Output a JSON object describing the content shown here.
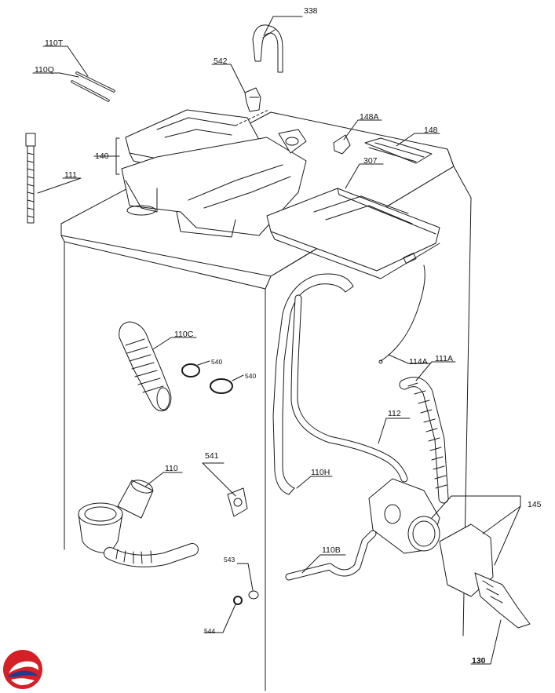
{
  "diagram": {
    "callouts": [
      {
        "id": "338",
        "label": "338"
      },
      {
        "id": "110T",
        "label": "110T"
      },
      {
        "id": "110Q",
        "label": "110Q"
      },
      {
        "id": "542",
        "label": "542"
      },
      {
        "id": "148A",
        "label": "148A"
      },
      {
        "id": "148",
        "label": "148"
      },
      {
        "id": "140",
        "label": "140"
      },
      {
        "id": "307",
        "label": "307"
      },
      {
        "id": "111",
        "label": "111"
      },
      {
        "id": "110C",
        "label": "110C"
      },
      {
        "id": "540a",
        "label": "540"
      },
      {
        "id": "540b",
        "label": "540"
      },
      {
        "id": "114A",
        "label": "114A"
      },
      {
        "id": "111A",
        "label": "111A"
      },
      {
        "id": "112",
        "label": "112"
      },
      {
        "id": "541",
        "label": "541"
      },
      {
        "id": "110",
        "label": "110"
      },
      {
        "id": "110H",
        "label": "110H"
      },
      {
        "id": "145",
        "label": "145"
      },
      {
        "id": "110B",
        "label": "110B"
      },
      {
        "id": "543",
        "label": "543"
      },
      {
        "id": "544",
        "label": "544"
      },
      {
        "id": "130",
        "label": "130"
      }
    ],
    "colors": {
      "line": "#1a1a1a",
      "logo_red": "#d42027",
      "logo_blue": "#1f3c8f"
    }
  }
}
